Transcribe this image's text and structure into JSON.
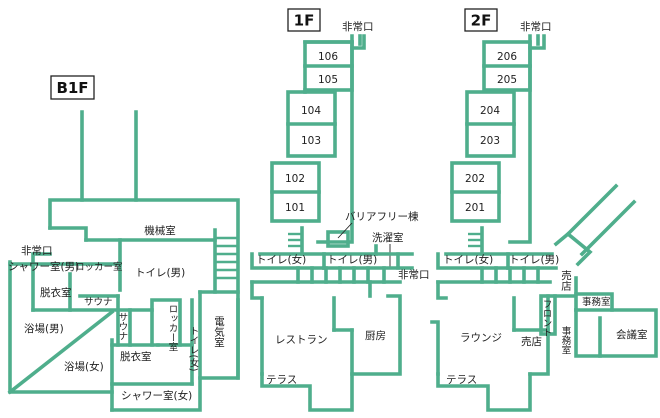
{
  "colors": {
    "wall": "#4fae8c",
    "text": "#222222"
  },
  "floors": {
    "b1": "B1F",
    "f1": "1F",
    "f2": "2F"
  },
  "b1": {
    "machine_room": "機械室",
    "emergency_exit": "非常口",
    "shower_m": "シャワー室(男)",
    "locker": "ロッカー室",
    "toilet_m": "トイレ(男)",
    "dressing_1": "脱衣室",
    "sauna_1": "サウナ",
    "sauna_2": "サウナ",
    "locker_2": "ロッカー室",
    "toilet_f": "トイレ(女)",
    "electric": "電気室",
    "bath_m": "浴場(男)",
    "bath_f": "浴場(女)",
    "dressing_2": "脱衣室",
    "shower_f": "シャワー室(女)"
  },
  "f1": {
    "emergency_exit_top": "非常口",
    "rooms": [
      "106",
      "105",
      "104",
      "103",
      "102",
      "101"
    ],
    "barrier_free": "バリアフリー棟",
    "laundry": "洗濯室",
    "toilet_f": "トイレ(女)",
    "toilet_m": "トイレ(男)",
    "emergency_exit_side": "非常口",
    "restaurant": "レストラン",
    "kitchen": "厨房",
    "terrace": "テラス"
  },
  "f2": {
    "emergency_exit_top": "非常口",
    "rooms": [
      "206",
      "205",
      "204",
      "203",
      "202",
      "201"
    ],
    "toilet_f": "トイレ(女)",
    "toilet_m": "トイレ(男)",
    "shop_top": "売店",
    "office_1": "事務室",
    "front": "フロント",
    "office_2": "事務室",
    "conference": "会議室",
    "lounge": "ラウンジ",
    "shop": "売店",
    "terrace": "テラス"
  }
}
